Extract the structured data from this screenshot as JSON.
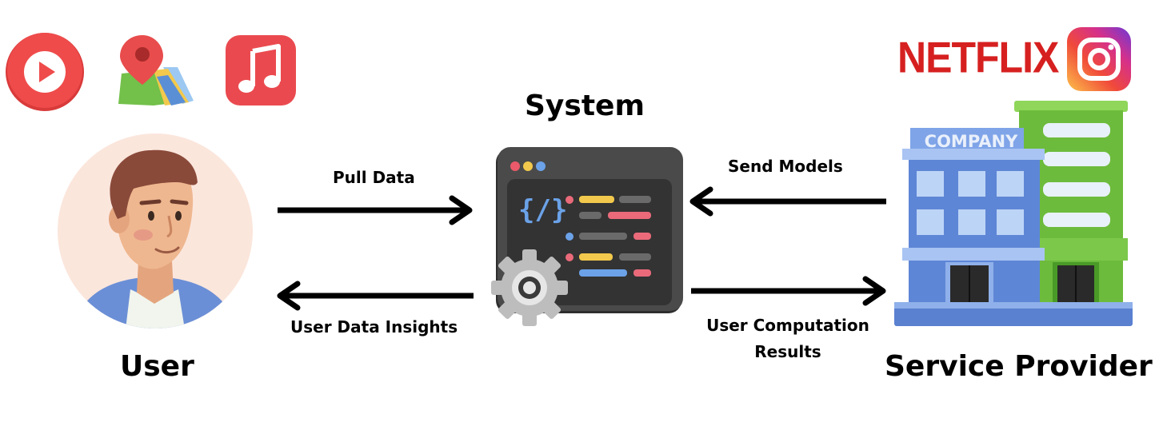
{
  "title": "System",
  "user": {
    "label": "User"
  },
  "service_provider": {
    "label": "Service Provider",
    "building_sign": "COMPANY",
    "brand_netflix": "NETFLIX"
  },
  "edges": {
    "pull_data": "Pull Data",
    "user_data_insights": "User Data Insights",
    "send_models": "Send Models",
    "user_computation_results_line1": "User Computation",
    "user_computation_results_line2": "Results"
  },
  "app_icons": [
    "youtube-icon",
    "maps-icon",
    "music-icon"
  ],
  "provider_icons": [
    "netflix-logo",
    "instagram-icon"
  ],
  "colors": {
    "youtube_red": "#e53e3e",
    "music_red": "#ea4a4f",
    "netflix_red": "#d62020",
    "building_blue": "#5e86d6",
    "building_green": "#6dbb3c",
    "system_dark": "#3c3c3c"
  }
}
